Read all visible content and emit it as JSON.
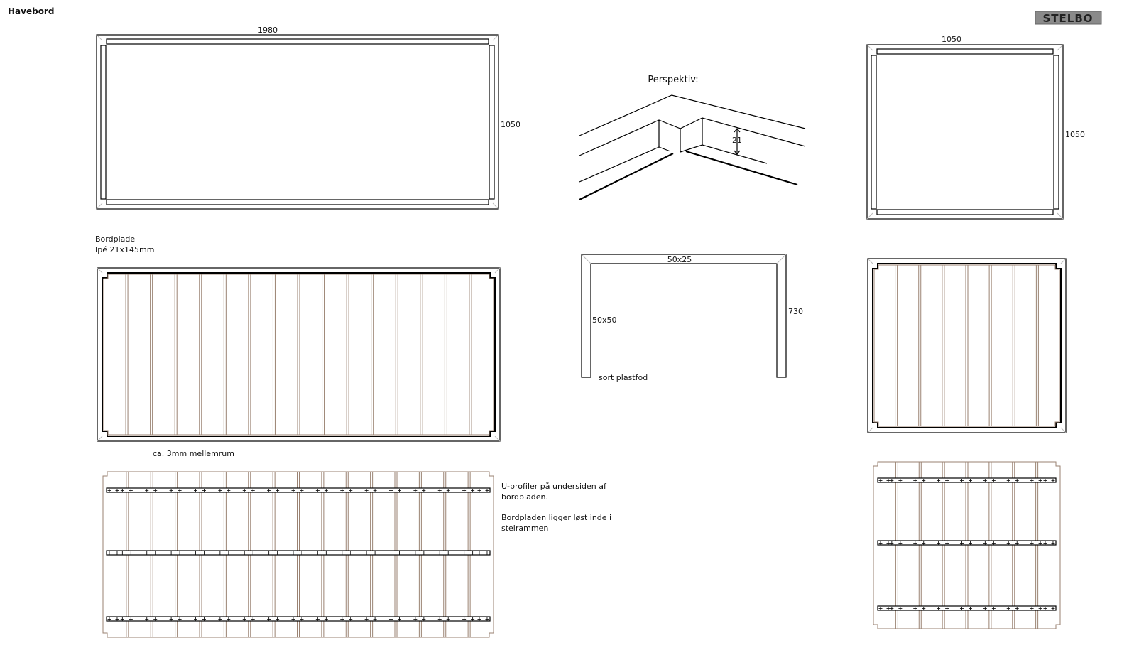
{
  "title": "Havebord",
  "logo": "STELBO",
  "top_view_large": {
    "width_label": "1980",
    "depth_label": "1050"
  },
  "top_view_small": {
    "width_label": "1050",
    "depth_label": "1050"
  },
  "perspective": {
    "label": "Perspektiv:",
    "thickness_label": "21"
  },
  "tabletop": {
    "label": "Bordplade",
    "material": "Ipé 21x145mm",
    "gap_note": "ca. 3mm mellemrum",
    "boards_large": 16,
    "boards_small": 8
  },
  "frame": {
    "top_profile": "50x25",
    "leg_profile": "50x50",
    "height_label": "730",
    "foot_note": "sort plastfod"
  },
  "underside": {
    "note_1": "U-profiler på undersiden af",
    "note_2": "bordpladen.",
    "note_3": "Bordpladen ligger løst inde i",
    "note_4": "stelrammen",
    "profiles": 3
  },
  "colors": {
    "wood": "#9a8272",
    "line": "#000000"
  }
}
